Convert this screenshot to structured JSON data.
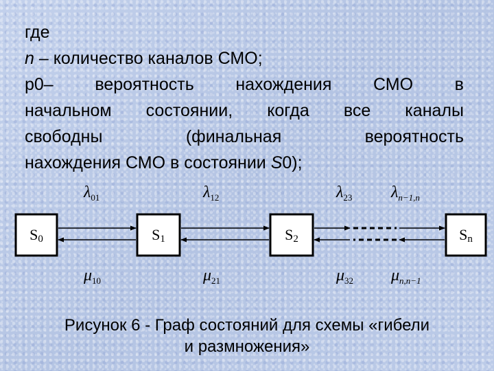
{
  "text": {
    "line1": "где",
    "n_symbol": "n",
    "line2_rest": " – количество каналов СМО;",
    "line3_words": [
      "р0–",
      "вероятность",
      "нахождения",
      "СМО",
      "в"
    ],
    "line4_words": [
      "начальном",
      "состоянии,",
      "когда",
      "все",
      "каналы"
    ],
    "line5_words": [
      "свободны",
      "(финальная",
      "вероятность"
    ],
    "line6_before": "нахождения СМО в состоянии ",
    "line6_state": "S",
    "line6_after": "0);"
  },
  "diagram": {
    "states": [
      {
        "base": "S",
        "sub": "0"
      },
      {
        "base": "S",
        "sub": "1"
      },
      {
        "base": "S",
        "sub": "2"
      },
      {
        "base": "S",
        "sub": "n"
      }
    ],
    "lambdas": [
      {
        "sym": "λ",
        "sub": "01"
      },
      {
        "sym": "λ",
        "sub": "12"
      },
      {
        "sym": "λ",
        "sub": "23"
      },
      {
        "sym": "λ",
        "sub": "n−1,n"
      }
    ],
    "mus": [
      {
        "sym": "μ",
        "sub": "10"
      },
      {
        "sym": "μ",
        "sub": "21"
      },
      {
        "sym": "μ",
        "sub": "32"
      },
      {
        "sym": "μ",
        "sub": "n,n−1"
      }
    ]
  },
  "caption": {
    "line1": "Рисунок 6 - Граф состояний для схемы «гибели",
    "line2": "и размножения»"
  }
}
